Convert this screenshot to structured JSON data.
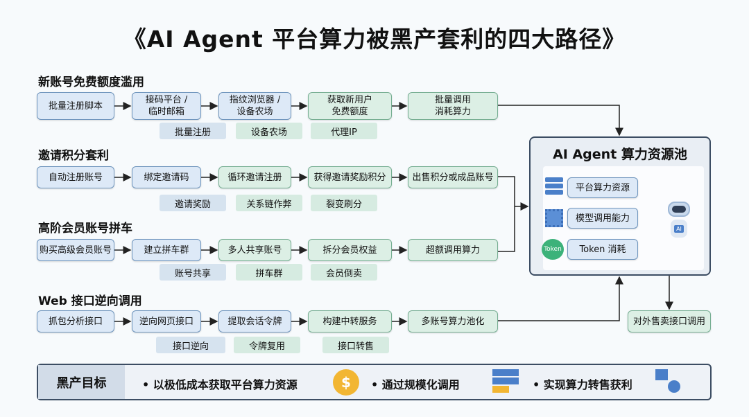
{
  "title": "《AI Agent 平台算力被黑产套利的四大路径》",
  "paths": [
    {
      "name": "新账号免费额度滥用",
      "steps": [
        "批量注册脚本",
        "接码平台 /\n临时邮箱",
        "指纹浏览器 /\n设备农场",
        "获取新用户\n免费额度",
        "批量调用\n消耗算力"
      ],
      "tags": [
        "批量注册",
        "设备农场",
        "代理IP"
      ]
    },
    {
      "name": "邀请积分套利",
      "steps": [
        "自动注册账号",
        "绑定邀请码",
        "循环邀请注册",
        "获得邀请奖励积分",
        "出售积分或成品账号"
      ],
      "tags": [
        "邀请奖励",
        "关系链作弊",
        "裂变刷分"
      ]
    },
    {
      "name": "高阶会员账号拼车",
      "steps": [
        "购买高级会员账号",
        "建立拼车群",
        "多人共享账号",
        "拆分会员权益",
        "超额调用算力"
      ],
      "tags": [
        "账号共享",
        "拼车群",
        "会员倒卖"
      ]
    },
    {
      "name": "Web 接口逆向调用",
      "steps": [
        "抓包分析接口",
        "逆向网页接口",
        "提取会话令牌",
        "构建中转服务",
        "多账号算力池化"
      ],
      "tags": [
        "接口逆向",
        "令牌复用",
        "接口转售"
      ]
    }
  ],
  "pool": {
    "title": "AI Agent 算力资源池",
    "items": [
      "平台算力资源",
      "模型调用能力",
      "Token 消耗"
    ],
    "token_icon_label": "Token",
    "robot_label": "AI"
  },
  "output": "对外售卖接口调用",
  "goal": {
    "label": "黑产目标",
    "items": [
      "• 以极低成本获取平台算力资源",
      "• 通过规模化调用",
      "• 实现算力转售获利"
    ]
  }
}
